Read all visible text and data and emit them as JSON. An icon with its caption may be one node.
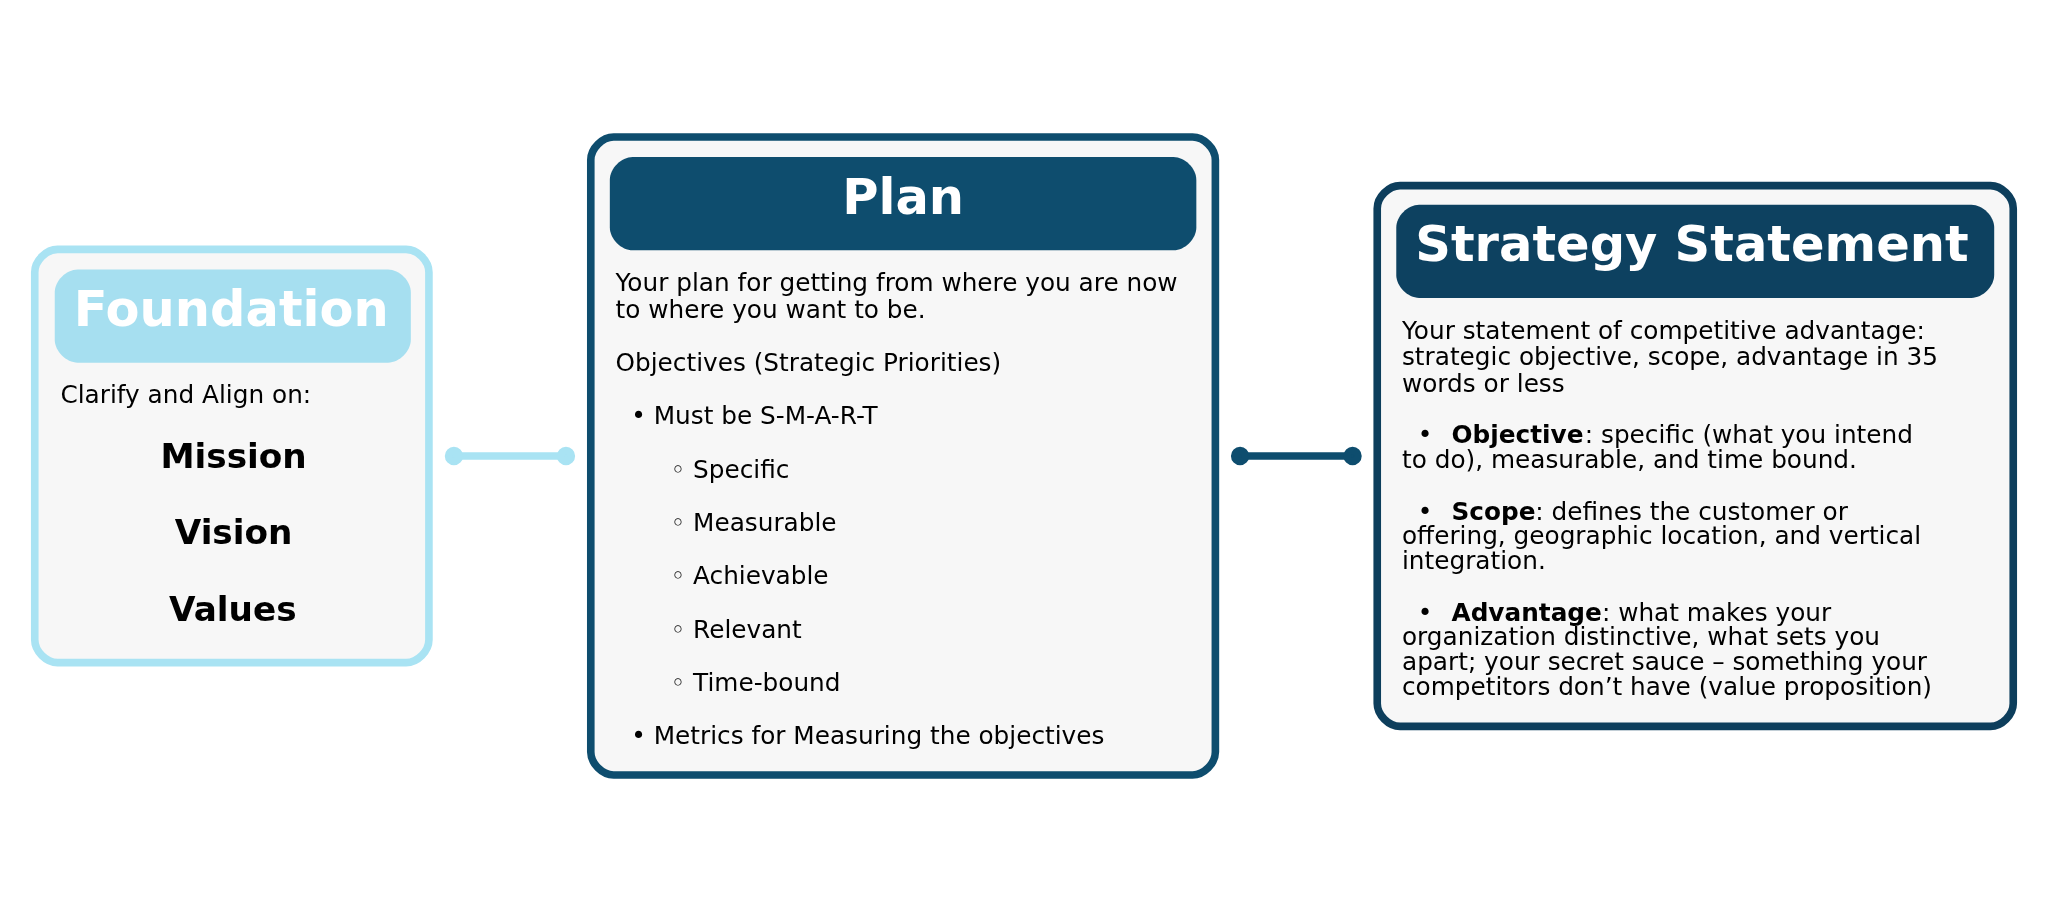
{
  "diagram": {
    "nodes": [
      {
        "text": [
          "Foundation",
          "Clarify and Align on:",
          "Mission",
          "Vision",
          "Values"
        ]
      },
      {
        "text": [
          "Plan",
          "Your plan for getting from where you are now to where you want to be.",
          "Objectives (Strategic Priorities)",
          "• Must be S-M-A-R-T",
          "◦ Specific",
          "◦ Measurable",
          "◦ Achievable",
          "◦ Relevant",
          "◦ Time-bound",
          "• Metrics for Measuring the objectives"
        ]
      },
      {
        "text": [
          "Strategy Statement",
          "Your statement of competitive advantage: strategic objective, scope, advantage in 35 words or less",
          "• **Objective**: specific (what you intend to do), measurable, and time bound.",
          "• **Scope**: defines the customer or offering, geographic location, and vertical integration.",
          "• **Advantage**: what makes your organization distinctive, what sets you apart; your secret sauce – something your competitors don’t have (value proposition)"
        ]
      }
    ],
    "edges": [
      {
        "from": 0,
        "to": 1,
        "arrow": "other",
        "color": "#a9e3f3"
      },
      {
        "from": 1,
        "to": 2,
        "arrow": "other",
        "color": "#0e4d6e"
      }
    ]
  }
}
